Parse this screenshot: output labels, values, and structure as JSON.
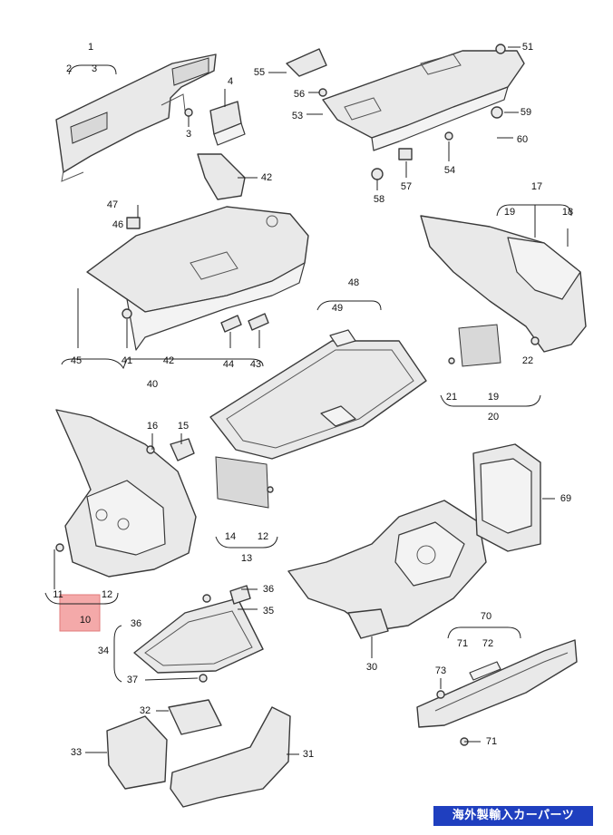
{
  "diagram": {
    "callouts": [
      "1",
      "2",
      "3",
      "3",
      "4",
      "42",
      "47",
      "46",
      "45",
      "41",
      "42",
      "44",
      "43",
      "40",
      "55",
      "56",
      "53",
      "51",
      "59",
      "60",
      "54",
      "58",
      "57",
      "17",
      "19",
      "18",
      "22",
      "21",
      "19",
      "20",
      "48",
      "49",
      "16",
      "15",
      "14",
      "12",
      "13",
      "11",
      "12",
      "10",
      "36",
      "35",
      "36",
      "34",
      "37",
      "32",
      "33",
      "31",
      "69",
      "30",
      "70",
      "71",
      "72",
      "73",
      "71"
    ],
    "highlight_color": "#f4a9a9"
  },
  "watermark": {
    "text": "海外製輸入カーパーツ",
    "background": "#1f3fbf"
  }
}
